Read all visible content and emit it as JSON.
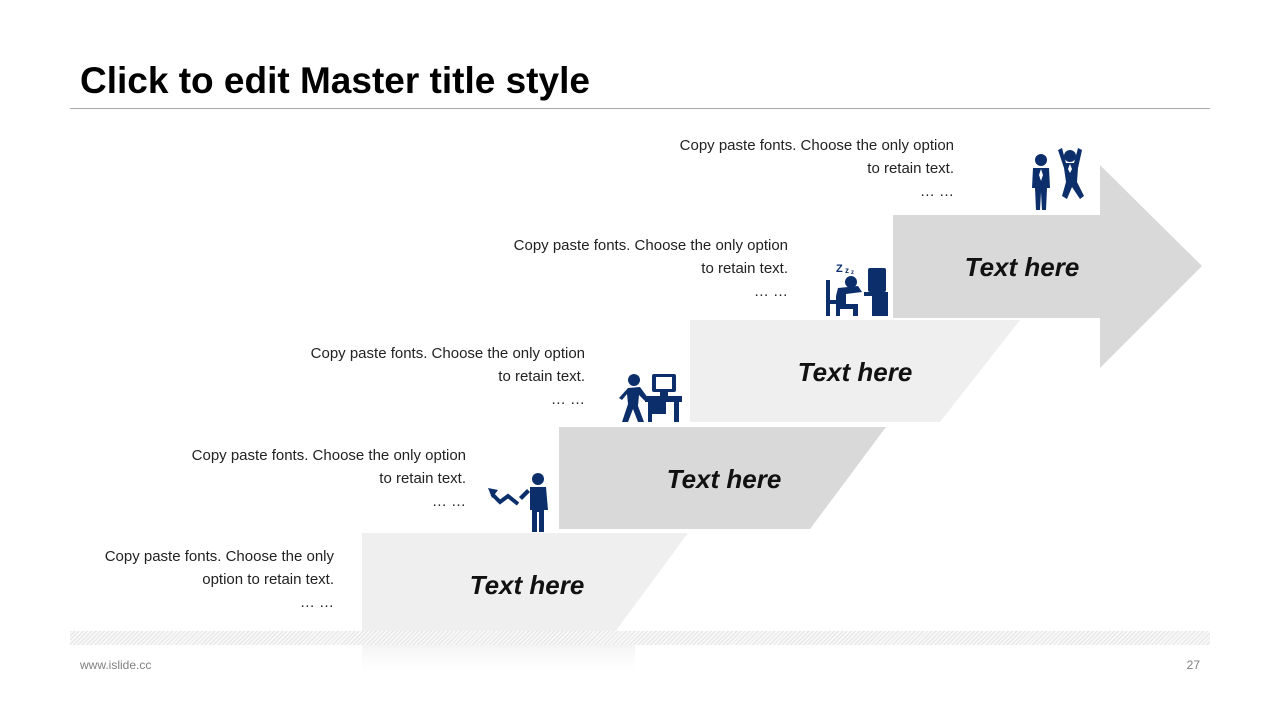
{
  "slide": {
    "title": "Click to edit Master title style",
    "footer_url": "www.islide.cc",
    "page_number": "27"
  },
  "steps": [
    {
      "label": "Text here",
      "caption_line1": "Copy paste fonts. Choose the only",
      "caption_line2": "option to retain text.",
      "caption_line3": "… …",
      "icon": "reflection-only"
    },
    {
      "label": "Text here",
      "caption_line1": "Copy paste fonts. Choose the only option",
      "caption_line2": "to retain text.",
      "caption_line3": "… …",
      "icon": "presenter-with-rising-chart-icon"
    },
    {
      "label": "Text here",
      "caption_line1": "Copy paste fonts. Choose the only option",
      "caption_line2": "to retain text.",
      "caption_line3": "… …",
      "icon": "worker-pushing-desk-icon"
    },
    {
      "label": "Text here",
      "caption_line1": "Copy paste fonts. Choose the only option",
      "caption_line2": "to retain text.",
      "caption_line3": "… …",
      "icon": "sleeping-at-computer-icon"
    },
    {
      "label": "Text here",
      "caption_line1": "Copy paste fonts. Choose the only option",
      "caption_line2": "to retain text.",
      "caption_line3": "… …",
      "icon": "celebrating-people-icon"
    }
  ],
  "colors": {
    "icon": "#0c2f6b",
    "step_light": "#efefef",
    "step_dark": "#d9d9d9",
    "arrow": "#d9d9d9"
  }
}
